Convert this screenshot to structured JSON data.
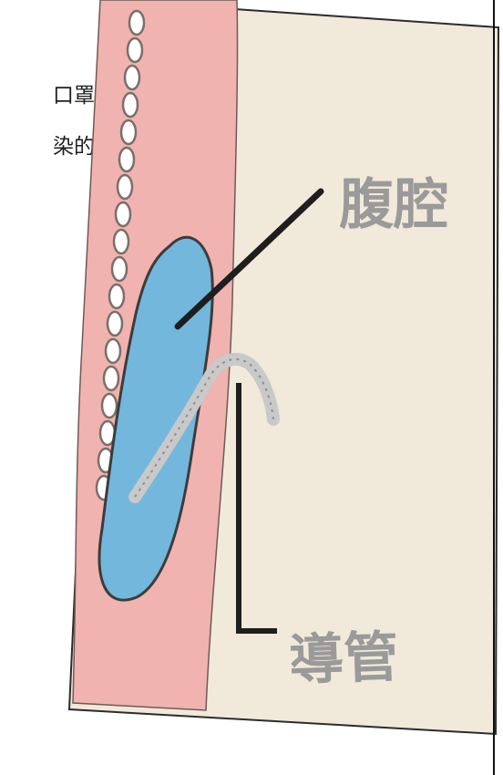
{
  "document": {
    "line_1": "口罩的動作。",
    "line_2": "染的發生。"
  },
  "diagram": {
    "label_abdomen": "腹腔",
    "label_catheter": "導管"
  },
  "colors": {
    "background_panel": "#f1e9d9",
    "wall_pink": "#f0b3b0",
    "cavity_blue": "#73b7dc",
    "outline_dark": "#3c3c3c",
    "catheter_gray": "#c9c9c9",
    "label_gray": "#9a9a9a"
  }
}
